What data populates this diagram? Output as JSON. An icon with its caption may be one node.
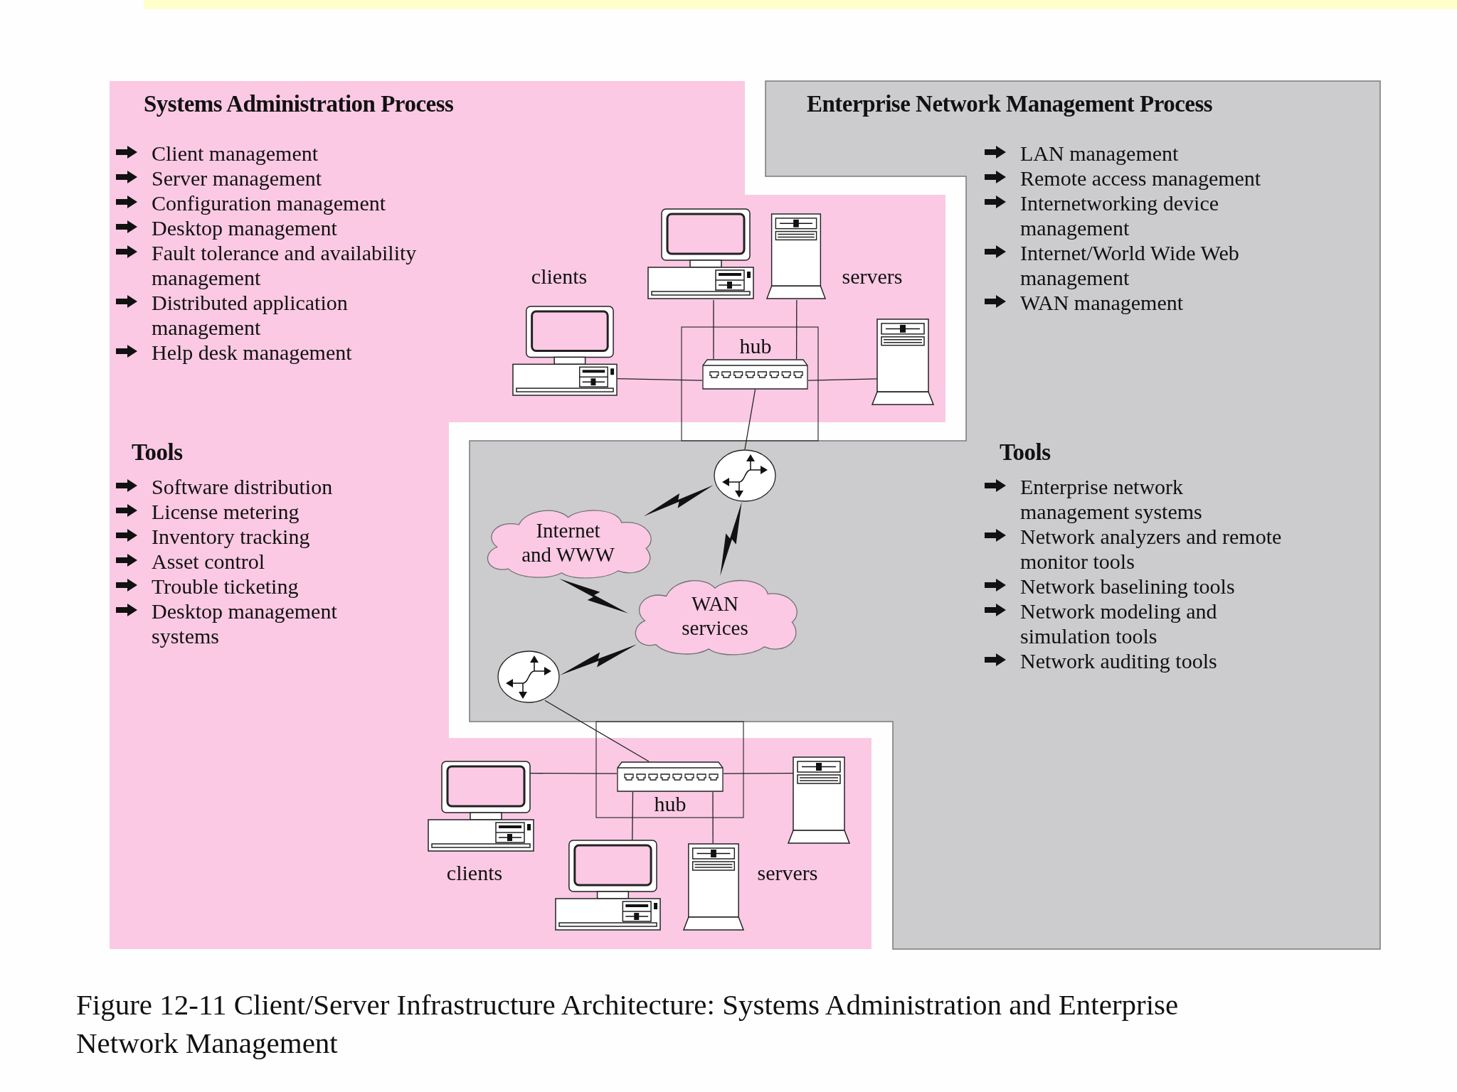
{
  "diagram": {
    "caption": "Figure 12-11 Client/Server Infrastructure Architecture: Systems Administration and Enterprise Network Management",
    "nodes": [
      {
        "text": [
          "Systems Administration Process",
          "Client management",
          "Server management",
          "Configuration management",
          "Desktop management",
          "Fault tolerance and availability management",
          "Distributed application management",
          "Help desk management",
          "Tools",
          "Software distribution",
          "License metering",
          "Inventory tracking",
          "Asset control",
          "Trouble ticketing",
          "Desktop management systems"
        ]
      },
      {
        "text": [
          "Enterprise Network Management Process",
          "LAN management",
          "Remote access management",
          "Internetworking device management",
          "Internet/World Wide Web management",
          "WAN management",
          "Tools",
          "Enterprise network management systems",
          "Network analyzers and remote monitor tools",
          "Network baselining tools",
          "Network modeling and simulation tools",
          "Network auditing tools"
        ]
      },
      {
        "text": [],
        "shape": "computer",
        "in": 0
      },
      {
        "text": [],
        "shape": "server",
        "in": 0
      },
      {
        "text": [],
        "shape": "computer",
        "in": 0
      },
      {
        "text": [],
        "shape": "hub",
        "in": 0,
        "beside": [
          "hub"
        ]
      },
      {
        "text": [],
        "shape": "server",
        "in": 0
      },
      {
        "text": [],
        "shape": "circle",
        "in": 1
      },
      {
        "text": [
          "Internet and WWW"
        ],
        "in": 1
      },
      {
        "text": [
          "WAN services"
        ],
        "in": 1
      },
      {
        "text": [],
        "shape": "circle",
        "in": 1
      },
      {
        "text": [],
        "shape": "hub",
        "in": 0,
        "beside": [
          "hub"
        ]
      },
      {
        "text": [],
        "shape": "computer",
        "in": 0
      },
      {
        "text": [],
        "shape": "server",
        "in": 0
      },
      {
        "text": [],
        "shape": "computer",
        "in": 0
      },
      {
        "text": [],
        "shape": "server",
        "in": 0
      }
    ],
    "edges": [
      {
        "from": 2,
        "to": 5,
        "arrow": "none"
      },
      {
        "from": 3,
        "to": 5,
        "arrow": "none"
      },
      {
        "from": 4,
        "to": 5,
        "arrow": "none"
      },
      {
        "from": 5,
        "to": 6,
        "arrow": "none"
      },
      {
        "from": 5,
        "to": 7,
        "arrow": "none"
      },
      {
        "from": 7,
        "to": 8,
        "arrow": "none"
      },
      {
        "from": 7,
        "to": 9,
        "arrow": "none"
      },
      {
        "from": 8,
        "to": 9,
        "arrow": "none"
      },
      {
        "from": 9,
        "to": 10,
        "arrow": "none"
      },
      {
        "from": 10,
        "to": 11,
        "arrow": "none"
      },
      {
        "from": 12,
        "to": 11,
        "arrow": "none"
      },
      {
        "from": 11,
        "to": 13,
        "arrow": "none"
      },
      {
        "from": 11,
        "to": 14,
        "arrow": "none"
      },
      {
        "from": 11,
        "to": 15,
        "arrow": "none"
      }
    ],
    "labels": [
      "clients",
      "servers",
      "clients",
      "servers"
    ]
  }
}
